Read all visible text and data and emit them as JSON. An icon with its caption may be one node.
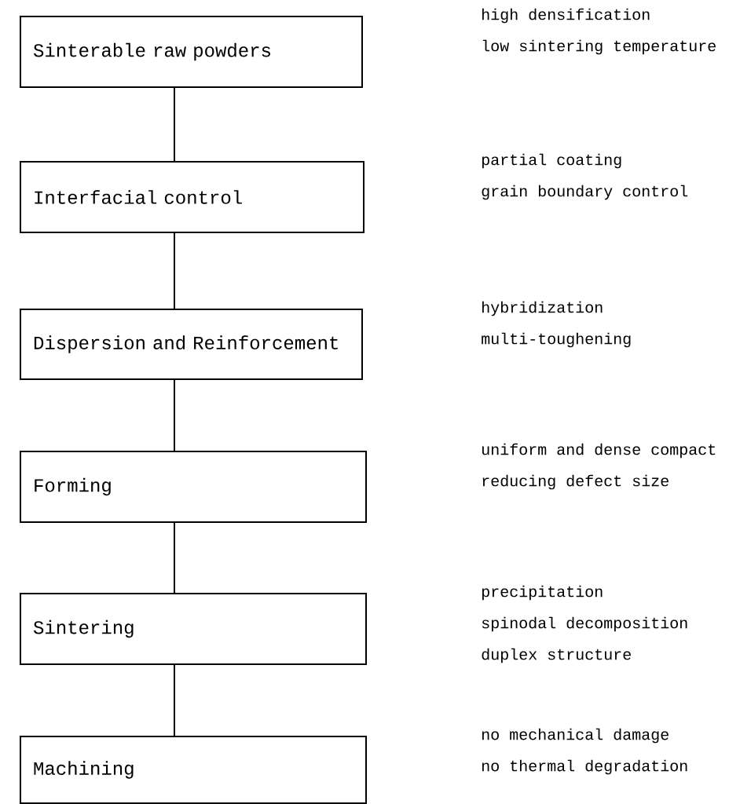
{
  "diagram": {
    "nodes": [
      {
        "text": [
          "Sinterable raw powders"
        ],
        "beside": [
          "high densification",
          "low sintering temperature"
        ]
      },
      {
        "text": [
          "Interfacial control"
        ],
        "beside": [
          "partial coating",
          "grain boundary control"
        ]
      },
      {
        "text": [
          "Dispersion and Reinforcement"
        ],
        "beside": [
          "hybridization",
          "multi-toughening"
        ]
      },
      {
        "text": [
          "Forming"
        ],
        "beside": [
          "uniform and dense compact",
          "reducing defect size"
        ]
      },
      {
        "text": [
          "Sintering"
        ],
        "beside": [
          "precipitation",
          "spinodal decomposition",
          "duplex structure"
        ]
      },
      {
        "text": [
          "Machining"
        ],
        "beside": [
          "no mechanical damage",
          "no thermal degradation"
        ]
      }
    ],
    "edges": [
      {
        "from": 0,
        "to": 1,
        "arrow": "none"
      },
      {
        "from": 1,
        "to": 2,
        "arrow": "none"
      },
      {
        "from": 2,
        "to": 3,
        "arrow": "none"
      },
      {
        "from": 3,
        "to": 4,
        "arrow": "none"
      },
      {
        "from": 4,
        "to": 5,
        "arrow": "none"
      }
    ]
  }
}
